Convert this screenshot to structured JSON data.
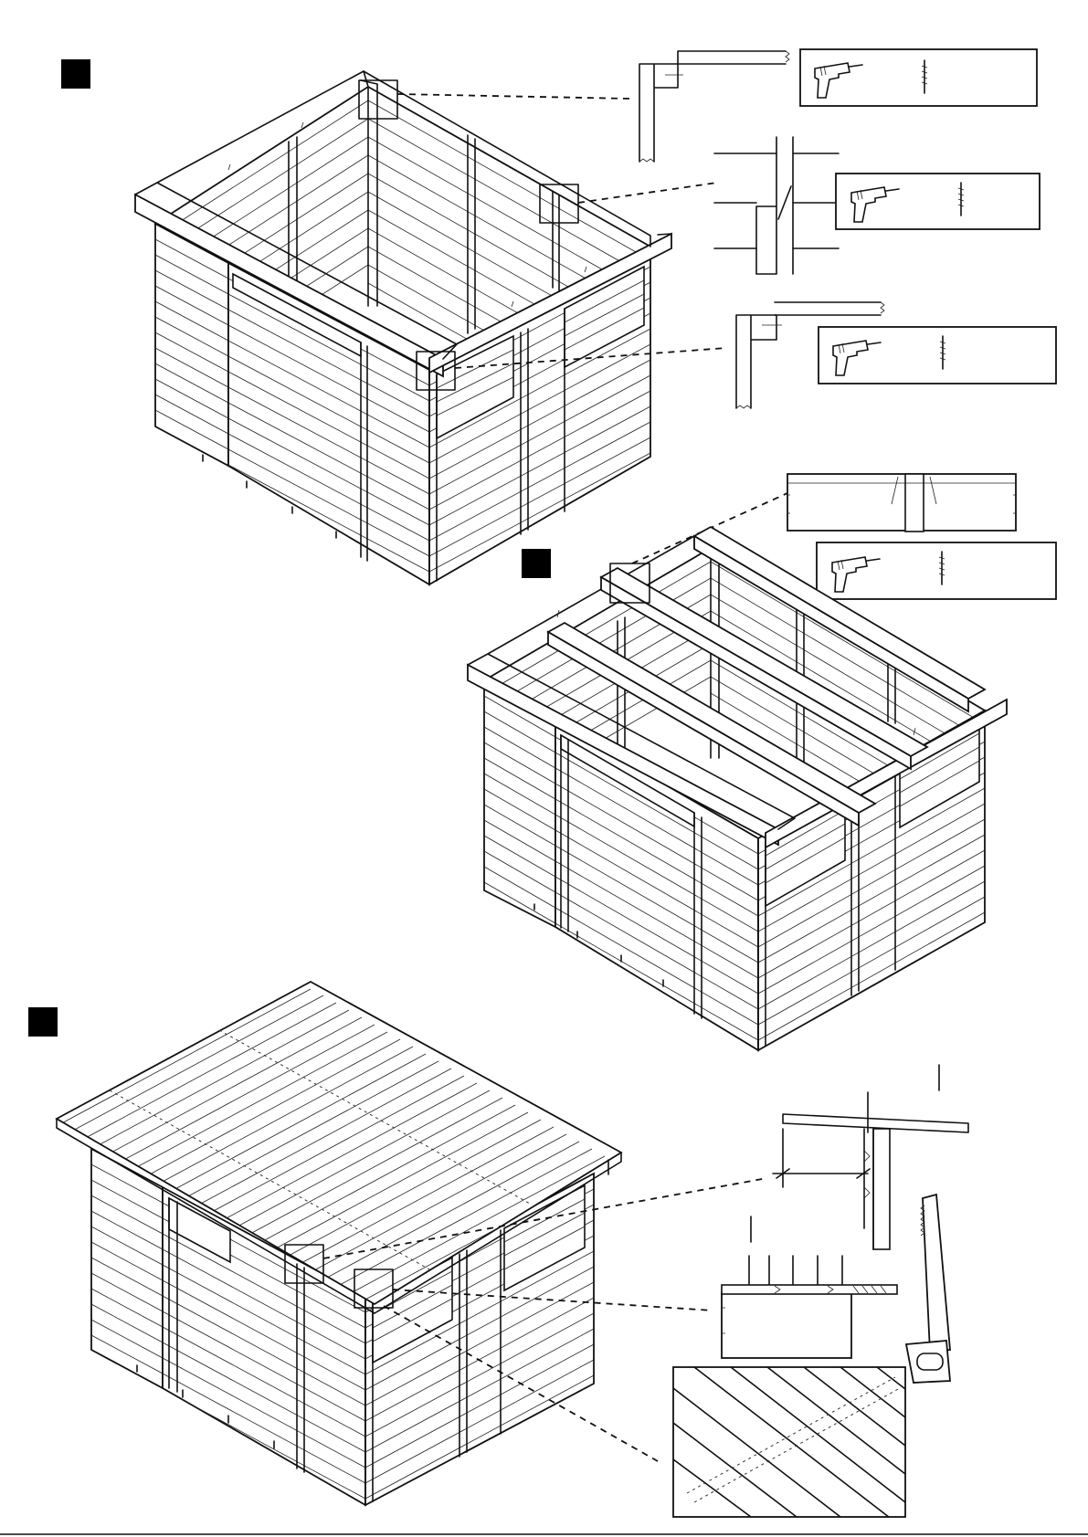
{
  "document": {
    "type": "assembly-instructions-page",
    "steps": [
      {
        "id": "step-1",
        "marker_icon": "black-square-marker",
        "tool_icon": "drill-icon",
        "fastener_icon": "screw-icon",
        "details": 3
      },
      {
        "id": "step-2",
        "marker_icon": "black-square-marker",
        "tool_icon": "drill-icon",
        "fastener_icon": "screw-icon",
        "details": 1
      },
      {
        "id": "step-3",
        "marker_icon": "black-square-marker",
        "tool_icons": [
          "nail-icon",
          "saw-icon"
        ],
        "details": 3
      }
    ],
    "colors": {
      "ink": "#111111",
      "paper": "#ffffff"
    }
  }
}
